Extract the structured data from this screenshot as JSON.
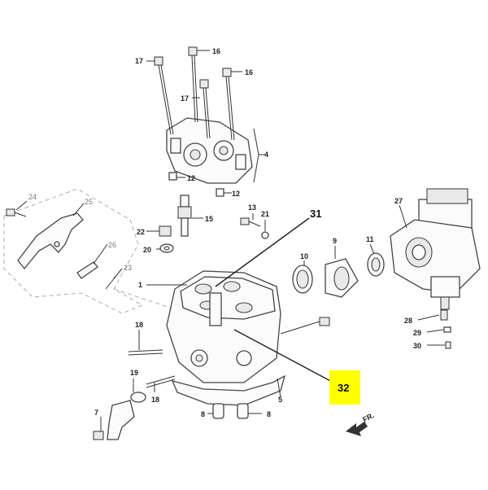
{
  "callouts": {
    "c1": "1",
    "c4": "4",
    "c5": "5",
    "c7": "7",
    "c8a": "8",
    "c8b": "8",
    "c9": "9",
    "c10": "10",
    "c11": "11",
    "c12a": "12",
    "c12b": "12",
    "c13": "13",
    "c15": "15",
    "c16a": "16",
    "c16b": "16",
    "c17a": "17",
    "c17b": "17",
    "c18a": "18",
    "c18b": "18",
    "c19": "19",
    "c20": "20",
    "c21": "21",
    "c22": "22",
    "c23": "23",
    "c24": "24",
    "c25": "25",
    "c26": "26",
    "c27": "27",
    "c28": "28",
    "c29": "29",
    "c30": "30",
    "c31": "31",
    "c32": "32"
  },
  "direction_marker": "FR.",
  "highlight_color": "#ffff00"
}
